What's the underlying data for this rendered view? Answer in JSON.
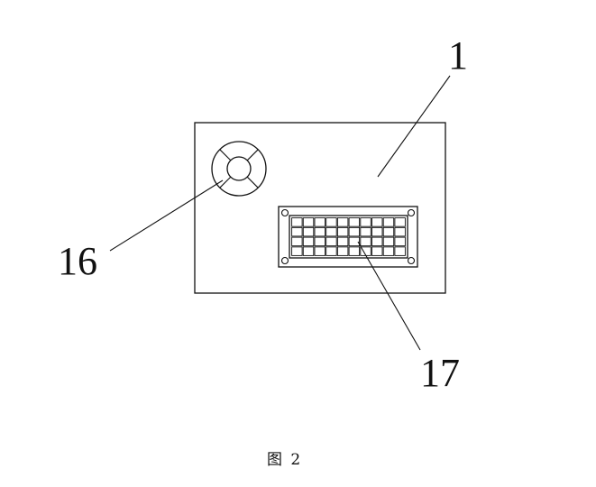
{
  "labels": {
    "device": "1",
    "knob": "16",
    "keypad": "17"
  },
  "caption": "图 2",
  "colors": {
    "line": "#111111",
    "background": "#ffffff"
  },
  "keypad": {
    "rows": 4,
    "cols": 10
  }
}
